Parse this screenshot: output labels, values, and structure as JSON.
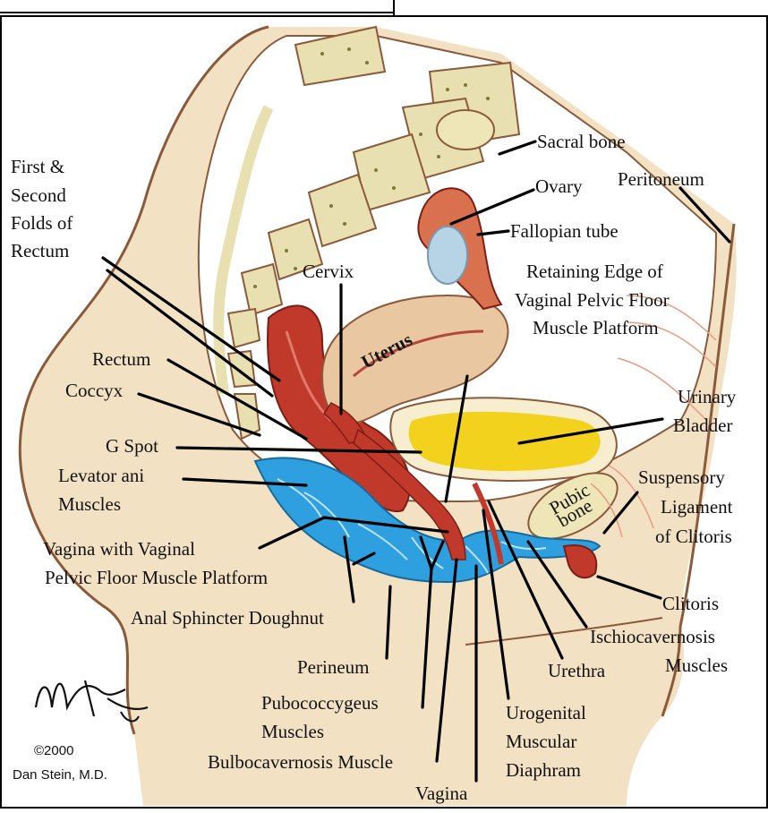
{
  "labels": {
    "sacral_bone": "Sacral bone",
    "ovary": "Ovary",
    "peritoneum": "Peritoneum",
    "first_second_1": "First &",
    "first_second_2": "Second",
    "first_second_3": "Folds of",
    "first_second_4": "Rectum",
    "fallopian_tube": "Fallopian tube",
    "cervix": "Cervix",
    "retaining_1": "Retaining Edge of",
    "retaining_2": "Vaginal Pelvic Floor",
    "retaining_3": "Muscle Platform",
    "uterus": "Uterus",
    "rectum": "Rectum",
    "coccyx": "Coccyx",
    "urinary_1": "Urinary",
    "urinary_2": "Bladder",
    "g_spot": "G Spot",
    "levator_1": "Levator ani",
    "levator_2": "Muscles",
    "suspensory_1": "Suspensory",
    "suspensory_2": "Ligament",
    "suspensory_3": "of Clitoris",
    "pubic_1": "Pubic",
    "pubic_2": "bone",
    "vagina_platform_1": "Vagina with Vaginal",
    "vagina_platform_2": "Pelvic Floor Muscle Platform",
    "anal_sphincter": "Anal Sphincter Doughnut",
    "clitoris": "Clitoris",
    "ischio_1": "Ischiocavernosis",
    "ischio_2": "Muscles",
    "perineum": "Perineum",
    "urethra": "Urethra",
    "pubococcygeus_1": "Pubococcygeus",
    "pubococcygeus_2": "Muscles",
    "urogenital_1": "Urogenital",
    "urogenital_2": "Muscular",
    "urogenital_3": "Diaphram",
    "bulbocavernosis": "Bulbocavernosis Muscle",
    "vagina": "Vagina"
  },
  "signature": {
    "copyright": "©2000",
    "author": "Dan Stein, M.D."
  },
  "colors": {
    "skin": "#f3e1c4",
    "outline": "#8a5a3a",
    "bone": "#e8e0b0",
    "bone_dots": "#7a7a3a",
    "muscle_red": "#c0392b",
    "uterus": "#e9c7a0",
    "bladder_yellow": "#f2d21c",
    "blue_muscle": "#2ea0e0",
    "ovary": "#b7d3e6"
  }
}
